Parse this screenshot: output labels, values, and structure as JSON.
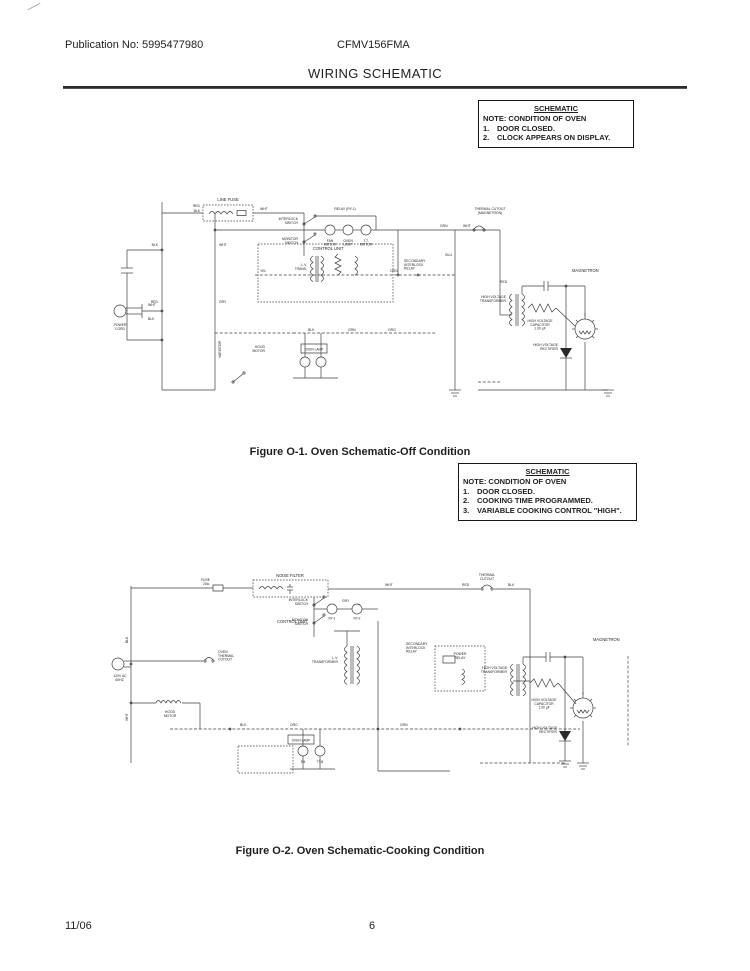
{
  "header": {
    "publication": "Publication No: 5995477980",
    "model": "CFMV156FMA",
    "title": "WIRING SCHEMATIC"
  },
  "footer": {
    "date": "11/06",
    "page_number": "6"
  },
  "note1": {
    "title": "SCHEMATIC",
    "subtitle": "NOTE: CONDITION OF OVEN",
    "items": [
      {
        "num": "1.",
        "text": "DOOR CLOSED."
      },
      {
        "num": "2.",
        "text": "CLOCK APPEARS ON DISPLAY."
      }
    ]
  },
  "note2": {
    "title": "SCHEMATIC",
    "subtitle": "NOTE: CONDITION OF OVEN",
    "items": [
      {
        "num": "1.",
        "text": "DOOR CLOSED."
      },
      {
        "num": "2.",
        "text": "COOKING TIME PROGRAMMED."
      },
      {
        "num": "3.",
        "text": "VARIABLE COOKING CONTROL \"HIGH\"."
      }
    ]
  },
  "fig1": {
    "caption": "Figure O-1. Oven Schematic-Off Condition",
    "labels": {
      "line_fuse": "LINE FUSE",
      "red": "RED",
      "blk": "BLK",
      "wht": "WHT",
      "gry": "GRY",
      "blu": "BLU",
      "org": "ORG",
      "grn": "GRN",
      "yel": "YEL",
      "power_cord": "POWER\nCORD",
      "interlock_switch": "INTERLOCK\nSWITCH",
      "monitor_switch": "MONITOR\nSWITCH",
      "relay": "RELAY (RY-1)",
      "fan_motor": "FAN\nMOTOR",
      "oven_lamp_top": "OVEN\nLAMP",
      "tt_motor": "T.T.\nMOTOR",
      "control_unit": "CONTROL UNIT",
      "lv_transformer": "L.V.\nTRANS.",
      "secondary_relay": "SECONDARY\nINTERLOCK\nRELAY",
      "thermal_cutout": "THERMAL CUTOUT\n(MAGNETRON)",
      "magnetron": "MAGNETRON",
      "hv_transformer": "HIGH VOLTAGE\nTRANSFORMER",
      "hv_capacitor": "HIGH VOLTAGE\nCAPACITOR\n1.00 µF",
      "hv_rectifier": "HIGH VOLTAGE\nRECTIFIER",
      "oven_lamp_box": "OVEN LAMP",
      "hood_motor": "HOOD\nMOTOR",
      "varistor": "VARISTOR"
    }
  },
  "fig2": {
    "caption": "Figure O-2. Oven Schematic-Cooking Condition",
    "labels": {
      "fuse": "FUSE\n20A.",
      "noise_filter": "NOISE FILTER",
      "power": "120V AC\n60HZ.",
      "red": "RED",
      "blk": "BLK",
      "wht": "WHT",
      "gry": "GRY",
      "blu": "BLU",
      "org": "ORG",
      "grn": "GRN",
      "yel": "YEL",
      "thermal_cutout": "THERMAL\nCUTOUT",
      "oven_tco": "OVEN\nTHERMAL\nCUTOUT",
      "interlock_switch": "INTERLOCK\nSWITCH",
      "monitor_switch": "MONITOR\nSWITCH",
      "ry1": "RY-1",
      "ry2": "RY-2",
      "control_unit": "CONTROL UNIT",
      "lv_transformer": "L.V.\nTRANSFORMER",
      "secondary_relay": "SECONDARY\nINTERLOCK\nRELAY",
      "power_relay": "POWER\nRELAY",
      "hood_motor": "HOOD\nMOTOR",
      "oven_lamp_box": "OVEN LAMP",
      "fm": "FM",
      "ttm": "TTM",
      "magnetron": "MAGNETRON",
      "hv_transformer": "HIGH VOLTAGE\nTRANSFORMER",
      "hv_capacitor": "HIGH VOLTAGE\nCAPACITOR\n1.00 µF",
      "hv_rectifier": "HIGH VOLTAGE\nRECTIFIER"
    }
  }
}
